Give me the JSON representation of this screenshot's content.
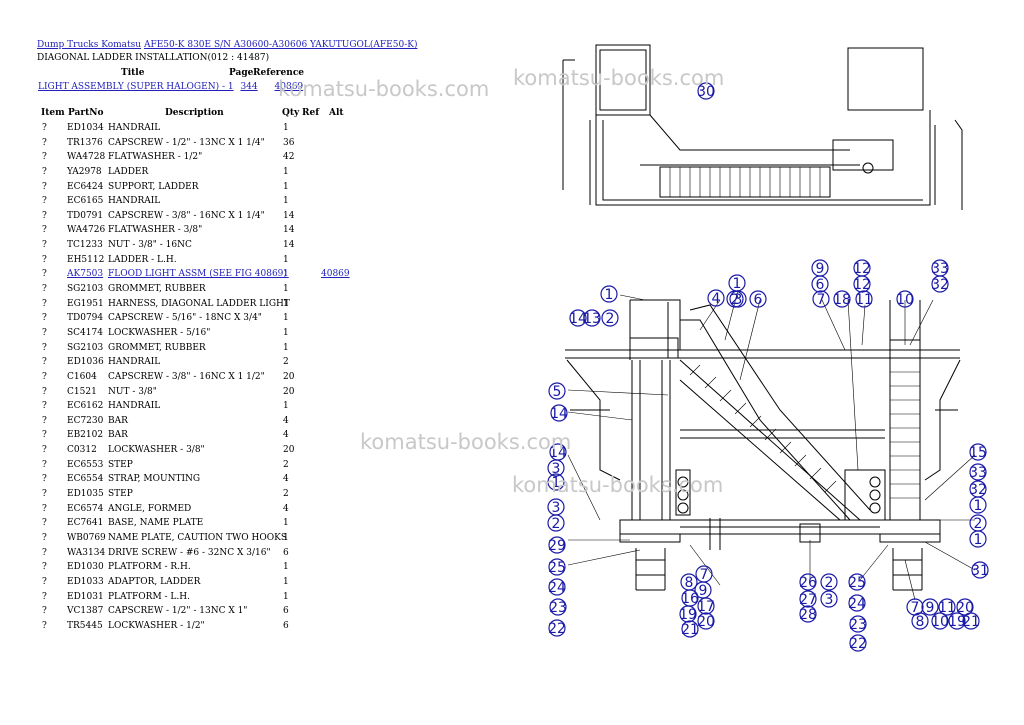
{
  "breadcrumb": {
    "root": "Dump Trucks Komatsu",
    "model": "AFE50-K 830E S/N A30600-A30606 YAKUTUGOL(AFE50-K)"
  },
  "page_subtitle": "DIAGONAL LADDER INSTALLATION(012 : 41487)",
  "ref_header": {
    "title": "Title",
    "page": "Page",
    "reference": "Reference"
  },
  "ref_row": {
    "title": "LIGHT ASSEMBLY (SUPER HALOGEN) - 1",
    "page": "344",
    "reference": "40869"
  },
  "watermark": "komatsu-books.com",
  "table_header": {
    "item": "Item",
    "part": "PartNo",
    "desc": "Description",
    "qty": "Qty",
    "ref": "Ref",
    "alt": "Alt"
  },
  "parts": [
    {
      "item": "?",
      "part": "ED1034",
      "desc": "HANDRAIL",
      "qty": "1",
      "alt": ""
    },
    {
      "item": "?",
      "part": "TR1376",
      "desc": "CAPSCREW - 1/2\" - 13NC X 1 1/4\"",
      "qty": "36",
      "alt": ""
    },
    {
      "item": "?",
      "part": "WA4728",
      "desc": "FLATWASHER - 1/2\"",
      "qty": "42",
      "alt": ""
    },
    {
      "item": "?",
      "part": "YA2978",
      "desc": "LADDER",
      "qty": "1",
      "alt": ""
    },
    {
      "item": "?",
      "part": "EC6424",
      "desc": "SUPPORT, LADDER",
      "qty": "1",
      "alt": ""
    },
    {
      "item": "?",
      "part": "EC6165",
      "desc": "HANDRAIL",
      "qty": "1",
      "alt": ""
    },
    {
      "item": "?",
      "part": "TD0791",
      "desc": "CAPSCREW - 3/8\" - 16NC X 1 1/4\"",
      "qty": "14",
      "alt": ""
    },
    {
      "item": "?",
      "part": "WA4726",
      "desc": "FLATWASHER - 3/8\"",
      "qty": "14",
      "alt": ""
    },
    {
      "item": "?",
      "part": "TC1233",
      "desc": "NUT - 3/8\" - 16NC",
      "qty": "14",
      "alt": ""
    },
    {
      "item": "?",
      "part": "EH5112",
      "desc": "LADDER - L.H.",
      "qty": "1",
      "alt": ""
    },
    {
      "item": "?",
      "part": "AK7503",
      "desc": "FLOOD LIGHT ASSM (SEE FIG 40869)",
      "qty": "1",
      "alt": "40869",
      "link": true
    },
    {
      "item": "?",
      "part": "SG2103",
      "desc": "GROMMET, RUBBER",
      "qty": "1",
      "alt": ""
    },
    {
      "item": "?",
      "part": "EG1951",
      "desc": "HARNESS, DIAGONAL LADDER LIGHT",
      "qty": "1",
      "alt": ""
    },
    {
      "item": "?",
      "part": "TD0794",
      "desc": "CAPSCREW - 5/16\" - 18NC X 3/4\"",
      "qty": "1",
      "alt": ""
    },
    {
      "item": "?",
      "part": "SC4174",
      "desc": "LOCKWASHER - 5/16\"",
      "qty": "1",
      "alt": ""
    },
    {
      "item": "?",
      "part": "SG2103",
      "desc": "GROMMET, RUBBER",
      "qty": "1",
      "alt": ""
    },
    {
      "item": "?",
      "part": "ED1036",
      "desc": "HANDRAIL",
      "qty": "2",
      "alt": ""
    },
    {
      "item": "?",
      "part": "C1604",
      "desc": "CAPSCREW - 3/8\" - 16NC X 1 1/2\"",
      "qty": "20",
      "alt": ""
    },
    {
      "item": "?",
      "part": "C1521",
      "desc": "NUT - 3/8\"",
      "qty": "20",
      "alt": ""
    },
    {
      "item": "?",
      "part": "EC6162",
      "desc": "HANDRAIL",
      "qty": "1",
      "alt": ""
    },
    {
      "item": "?",
      "part": "EC7230",
      "desc": "BAR",
      "qty": "4",
      "alt": ""
    },
    {
      "item": "?",
      "part": "EB2102",
      "desc": "BAR",
      "qty": "4",
      "alt": ""
    },
    {
      "item": "?",
      "part": "C0312",
      "desc": "LOCKWASHER - 3/8\"",
      "qty": "20",
      "alt": ""
    },
    {
      "item": "?",
      "part": "EC6553",
      "desc": "STEP",
      "qty": "2",
      "alt": ""
    },
    {
      "item": "?",
      "part": "EC6554",
      "desc": "STRAP, MOUNTING",
      "qty": "4",
      "alt": ""
    },
    {
      "item": "?",
      "part": "ED1035",
      "desc": "STEP",
      "qty": "2",
      "alt": ""
    },
    {
      "item": "?",
      "part": "EC6574",
      "desc": "ANGLE, FORMED",
      "qty": "4",
      "alt": ""
    },
    {
      "item": "?",
      "part": "EC7641",
      "desc": "BASE, NAME PLATE",
      "qty": "1",
      "alt": ""
    },
    {
      "item": "?",
      "part": "WB0769",
      "desc": "NAME PLATE, CAUTION TWO HOOKS",
      "qty": "1",
      "alt": ""
    },
    {
      "item": "?",
      "part": "WA3134",
      "desc": "DRIVE SCREW - #6 - 32NC X 3/16\"",
      "qty": "6",
      "alt": ""
    },
    {
      "item": "?",
      "part": "ED1030",
      "desc": "PLATFORM - R.H.",
      "qty": "1",
      "alt": ""
    },
    {
      "item": "?",
      "part": "ED1033",
      "desc": "ADAPTOR, LADDER",
      "qty": "1",
      "alt": ""
    },
    {
      "item": "?",
      "part": "ED1031",
      "desc": "PLATFORM - L.H.",
      "qty": "1",
      "alt": ""
    },
    {
      "item": "?",
      "part": "VC1387",
      "desc": "CAPSCREW - 1/2\" - 13NC X 1\"",
      "qty": "6",
      "alt": ""
    },
    {
      "item": "?",
      "part": "TR5445",
      "desc": "LOCKWASHER - 1/2\"",
      "qty": "6",
      "alt": ""
    }
  ],
  "diagram_callouts": [
    "30",
    "9",
    "6",
    "12",
    "12",
    "33",
    "32",
    "1",
    "3",
    "1",
    "4",
    "2",
    "6",
    "7",
    "18",
    "11",
    "10",
    "14",
    "13",
    "2",
    "5",
    "14",
    "14",
    "3",
    "1",
    "3",
    "2",
    "29",
    "25",
    "24",
    "23",
    "22",
    "8",
    "7",
    "16",
    "9",
    "19",
    "17",
    "21",
    "20",
    "26",
    "27",
    "28",
    "2",
    "3",
    "25",
    "24",
    "23",
    "22",
    "15",
    "33",
    "32",
    "1",
    "2",
    "1",
    "31",
    "7",
    "9",
    "11",
    "20",
    "8",
    "10",
    "19",
    "21"
  ]
}
